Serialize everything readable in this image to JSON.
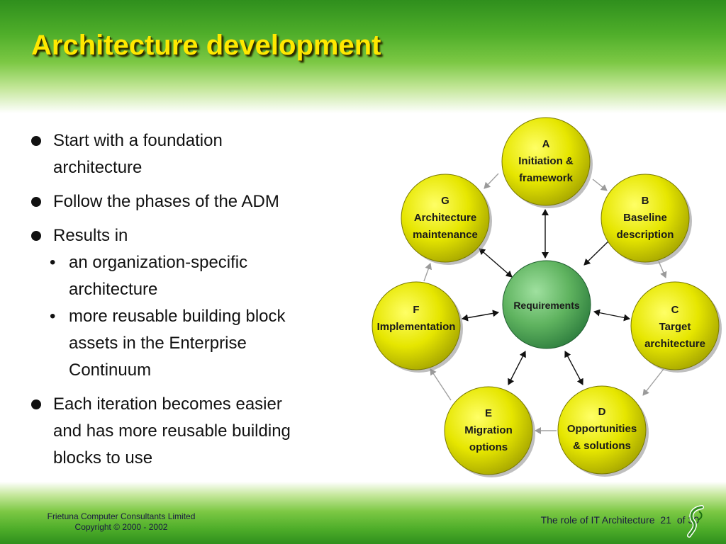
{
  "title": "Architecture development",
  "bullets": {
    "b1": [
      "Start with a foundation",
      "architecture"
    ],
    "b2": [
      "Follow the phases of the ADM"
    ],
    "b3": [
      "Results in"
    ],
    "sub1": [
      "an organization-specific",
      "architecture"
    ],
    "sub2": [
      "more reusable building block",
      "assets in the Enterprise",
      "Continuum"
    ],
    "b4": [
      "Each iteration becomes easier",
      "and has more reusable building",
      "blocks to use"
    ]
  },
  "diagram": {
    "center": "Requirements",
    "nodes": {
      "A": [
        "A",
        "Initiation &",
        "framework"
      ],
      "B": [
        "B",
        "Baseline",
        "description"
      ],
      "C": [
        "C",
        "Target",
        "architecture"
      ],
      "D": [
        "D",
        "Opportunities",
        "& solutions"
      ],
      "E": [
        "E",
        "Migration",
        "options"
      ],
      "F": [
        "F",
        "Implementation"
      ],
      "G": [
        "G",
        "Architecture",
        "maintenance"
      ]
    }
  },
  "footer": {
    "company": "Frietuna Computer Consultants Limited",
    "copyright": "Copyright © 2000 - 2002",
    "section": "The role of IT Architecture",
    "page": "21",
    "total": "of 30"
  },
  "colors": {
    "title": "#ffe800",
    "node_fill": "#e6e600",
    "center_fill": "#5fb35f",
    "header_green": "#4fae2a"
  }
}
